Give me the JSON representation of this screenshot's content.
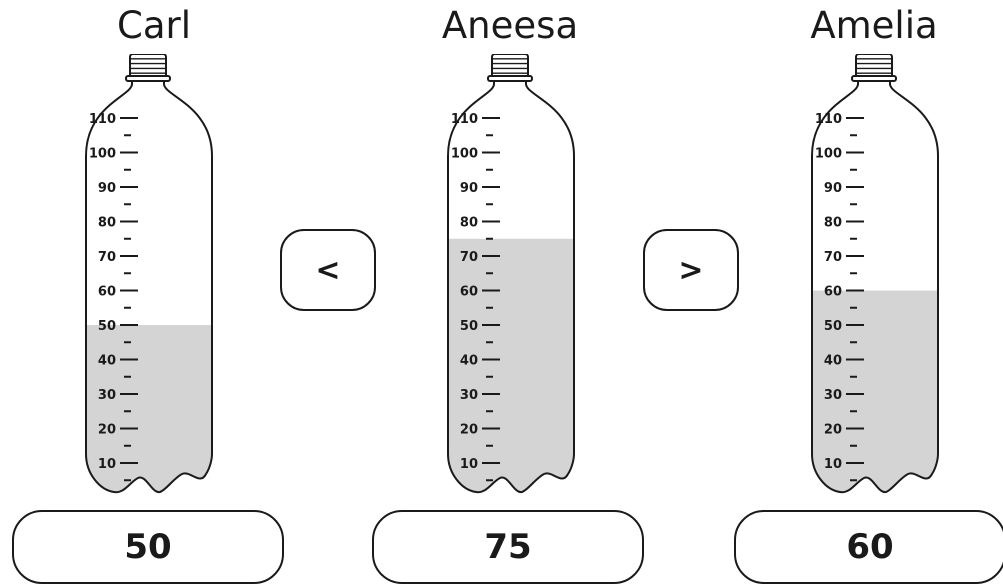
{
  "bottles": [
    {
      "name": "Carl",
      "level": 50,
      "answer": "50",
      "scale_labels": [
        "110",
        "100",
        "90",
        "80",
        "70",
        "60",
        "50",
        "40",
        "30",
        "20",
        "10"
      ]
    },
    {
      "name": "Aneesa",
      "level": 75,
      "answer": "75",
      "scale_labels": [
        "110",
        "100",
        "90",
        "80",
        "70",
        "60",
        "50",
        "40",
        "30",
        "20",
        "10"
      ]
    },
    {
      "name": "Amelia",
      "level": 60,
      "answer": "60",
      "scale_labels": [
        "110",
        "100",
        "90",
        "80",
        "70",
        "60",
        "50",
        "40",
        "30",
        "20",
        "10"
      ]
    }
  ],
  "comparisons": [
    "<",
    ">"
  ],
  "colors": {
    "liquid": "#d4d4d4",
    "outline": "#1a1a1a",
    "background": "#ffffff"
  }
}
